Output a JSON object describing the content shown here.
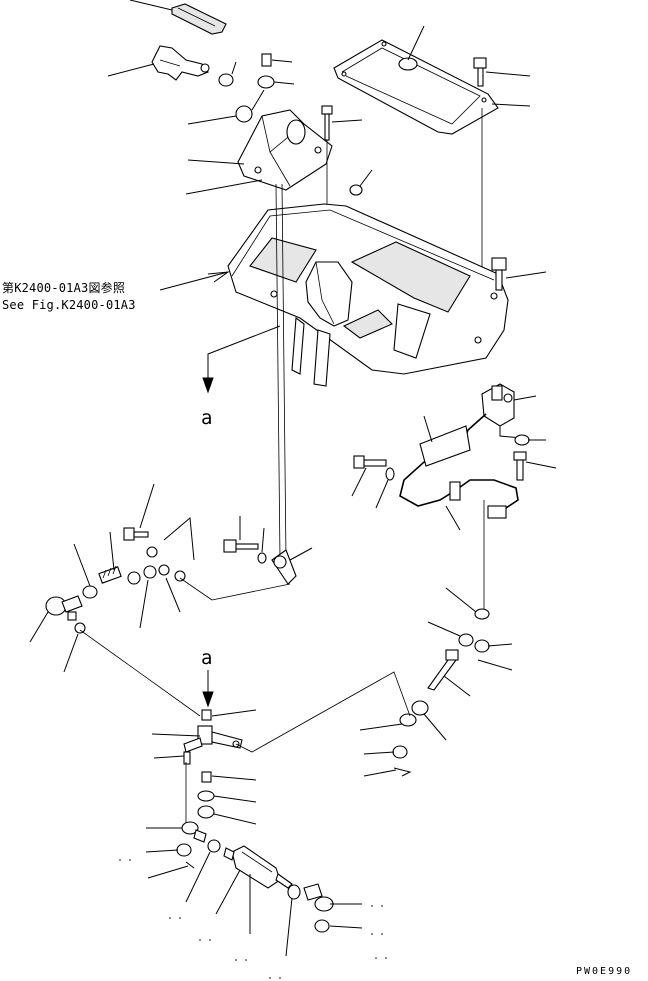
{
  "reference_note": {
    "line_jp": "第K2400-01A3図参照",
    "line_en": "See Fig.K2400-01A3"
  },
  "section_marks": {
    "upper": "a",
    "lower": "a"
  },
  "drawing_code": "PW0E990"
}
